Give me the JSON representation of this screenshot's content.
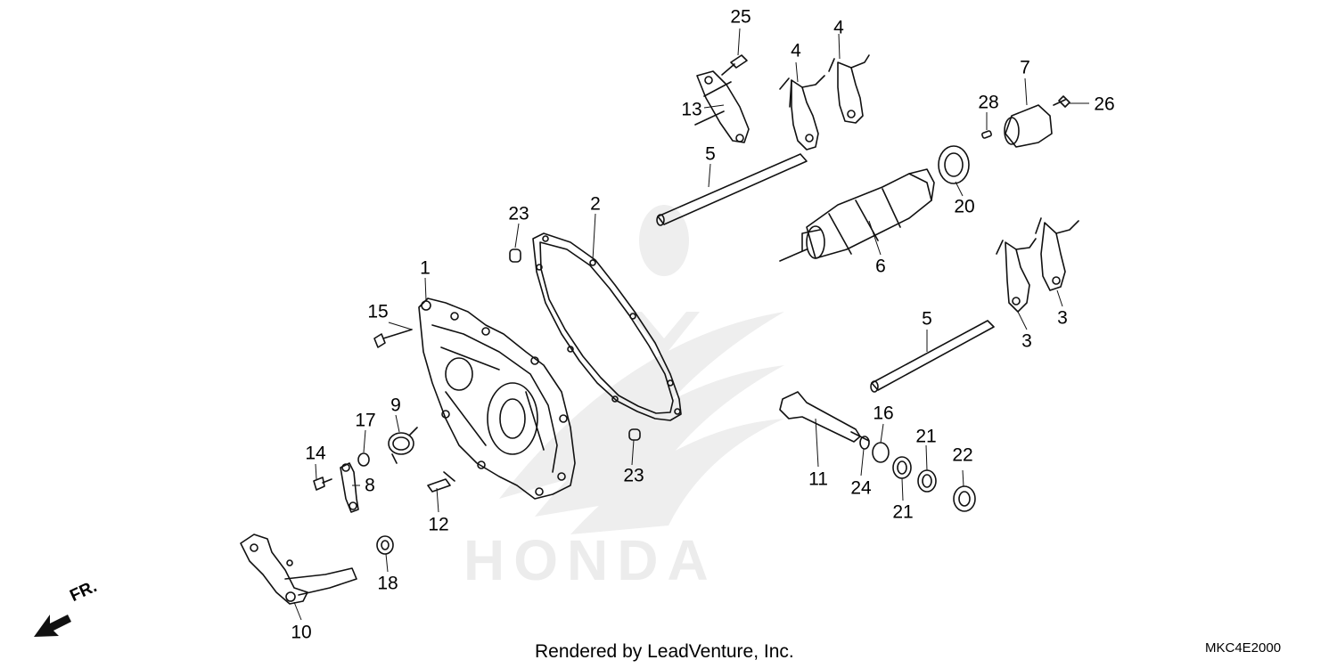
{
  "watermark": {
    "brand": "HONDA"
  },
  "footer": {
    "credit": "Rendered by LeadVenture, Inc.",
    "diagram_code": "MKC4E2000"
  },
  "direction_arrow": {
    "label": "FR."
  },
  "colors": {
    "line": "#111111",
    "watermark": "#e6e6e6",
    "background": "#ffffff"
  },
  "callouts": [
    {
      "id": "c-25",
      "label": "25"
    },
    {
      "id": "c-4a",
      "label": "4"
    },
    {
      "id": "c-4b",
      "label": "4"
    },
    {
      "id": "c-7",
      "label": "7"
    },
    {
      "id": "c-28",
      "label": "28"
    },
    {
      "id": "c-26",
      "label": "26"
    },
    {
      "id": "c-13",
      "label": "13"
    },
    {
      "id": "c-5a",
      "label": "5"
    },
    {
      "id": "c-20",
      "label": "20"
    },
    {
      "id": "c-23a",
      "label": "23"
    },
    {
      "id": "c-2",
      "label": "2"
    },
    {
      "id": "c-6",
      "label": "6"
    },
    {
      "id": "c-1",
      "label": "1"
    },
    {
      "id": "c-15",
      "label": "15"
    },
    {
      "id": "c-3a",
      "label": "3"
    },
    {
      "id": "c-3b",
      "label": "3"
    },
    {
      "id": "c-5b",
      "label": "5"
    },
    {
      "id": "c-9",
      "label": "9"
    },
    {
      "id": "c-17",
      "label": "17"
    },
    {
      "id": "c-16",
      "label": "16"
    },
    {
      "id": "c-21a",
      "label": "21"
    },
    {
      "id": "c-14",
      "label": "14"
    },
    {
      "id": "c-8",
      "label": "8"
    },
    {
      "id": "c-23b",
      "label": "23"
    },
    {
      "id": "c-11",
      "label": "11"
    },
    {
      "id": "c-24",
      "label": "24"
    },
    {
      "id": "c-22",
      "label": "22"
    },
    {
      "id": "c-21b",
      "label": "21"
    },
    {
      "id": "c-12",
      "label": "12"
    },
    {
      "id": "c-18",
      "label": "18"
    },
    {
      "id": "c-10",
      "label": "10"
    }
  ]
}
